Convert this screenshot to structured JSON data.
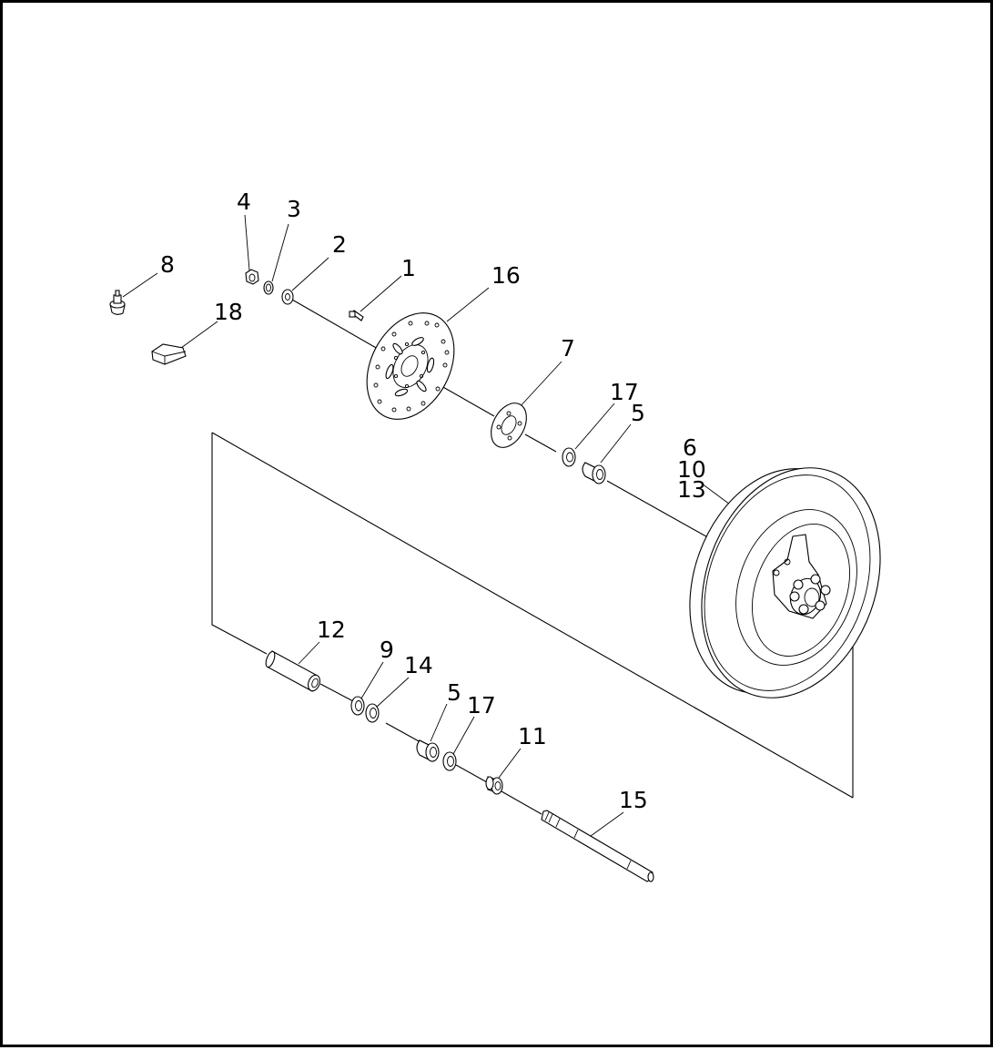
{
  "diagram": {
    "colors": {
      "line": "#000000",
      "background": "#ffffff",
      "border": "#000000"
    },
    "callouts": {
      "c1": "1",
      "c2": "2",
      "c3": "3",
      "c4": "4",
      "c5a": "5",
      "c5b": "5",
      "c6": "6",
      "c7": "7",
      "c8": "8",
      "c9": "9",
      "c10": "10",
      "c11": "11",
      "c12": "12",
      "c13": "13",
      "c14": "14",
      "c15": "15",
      "c16": "16",
      "c17a": "17",
      "c17b": "17",
      "c18": "18"
    }
  }
}
